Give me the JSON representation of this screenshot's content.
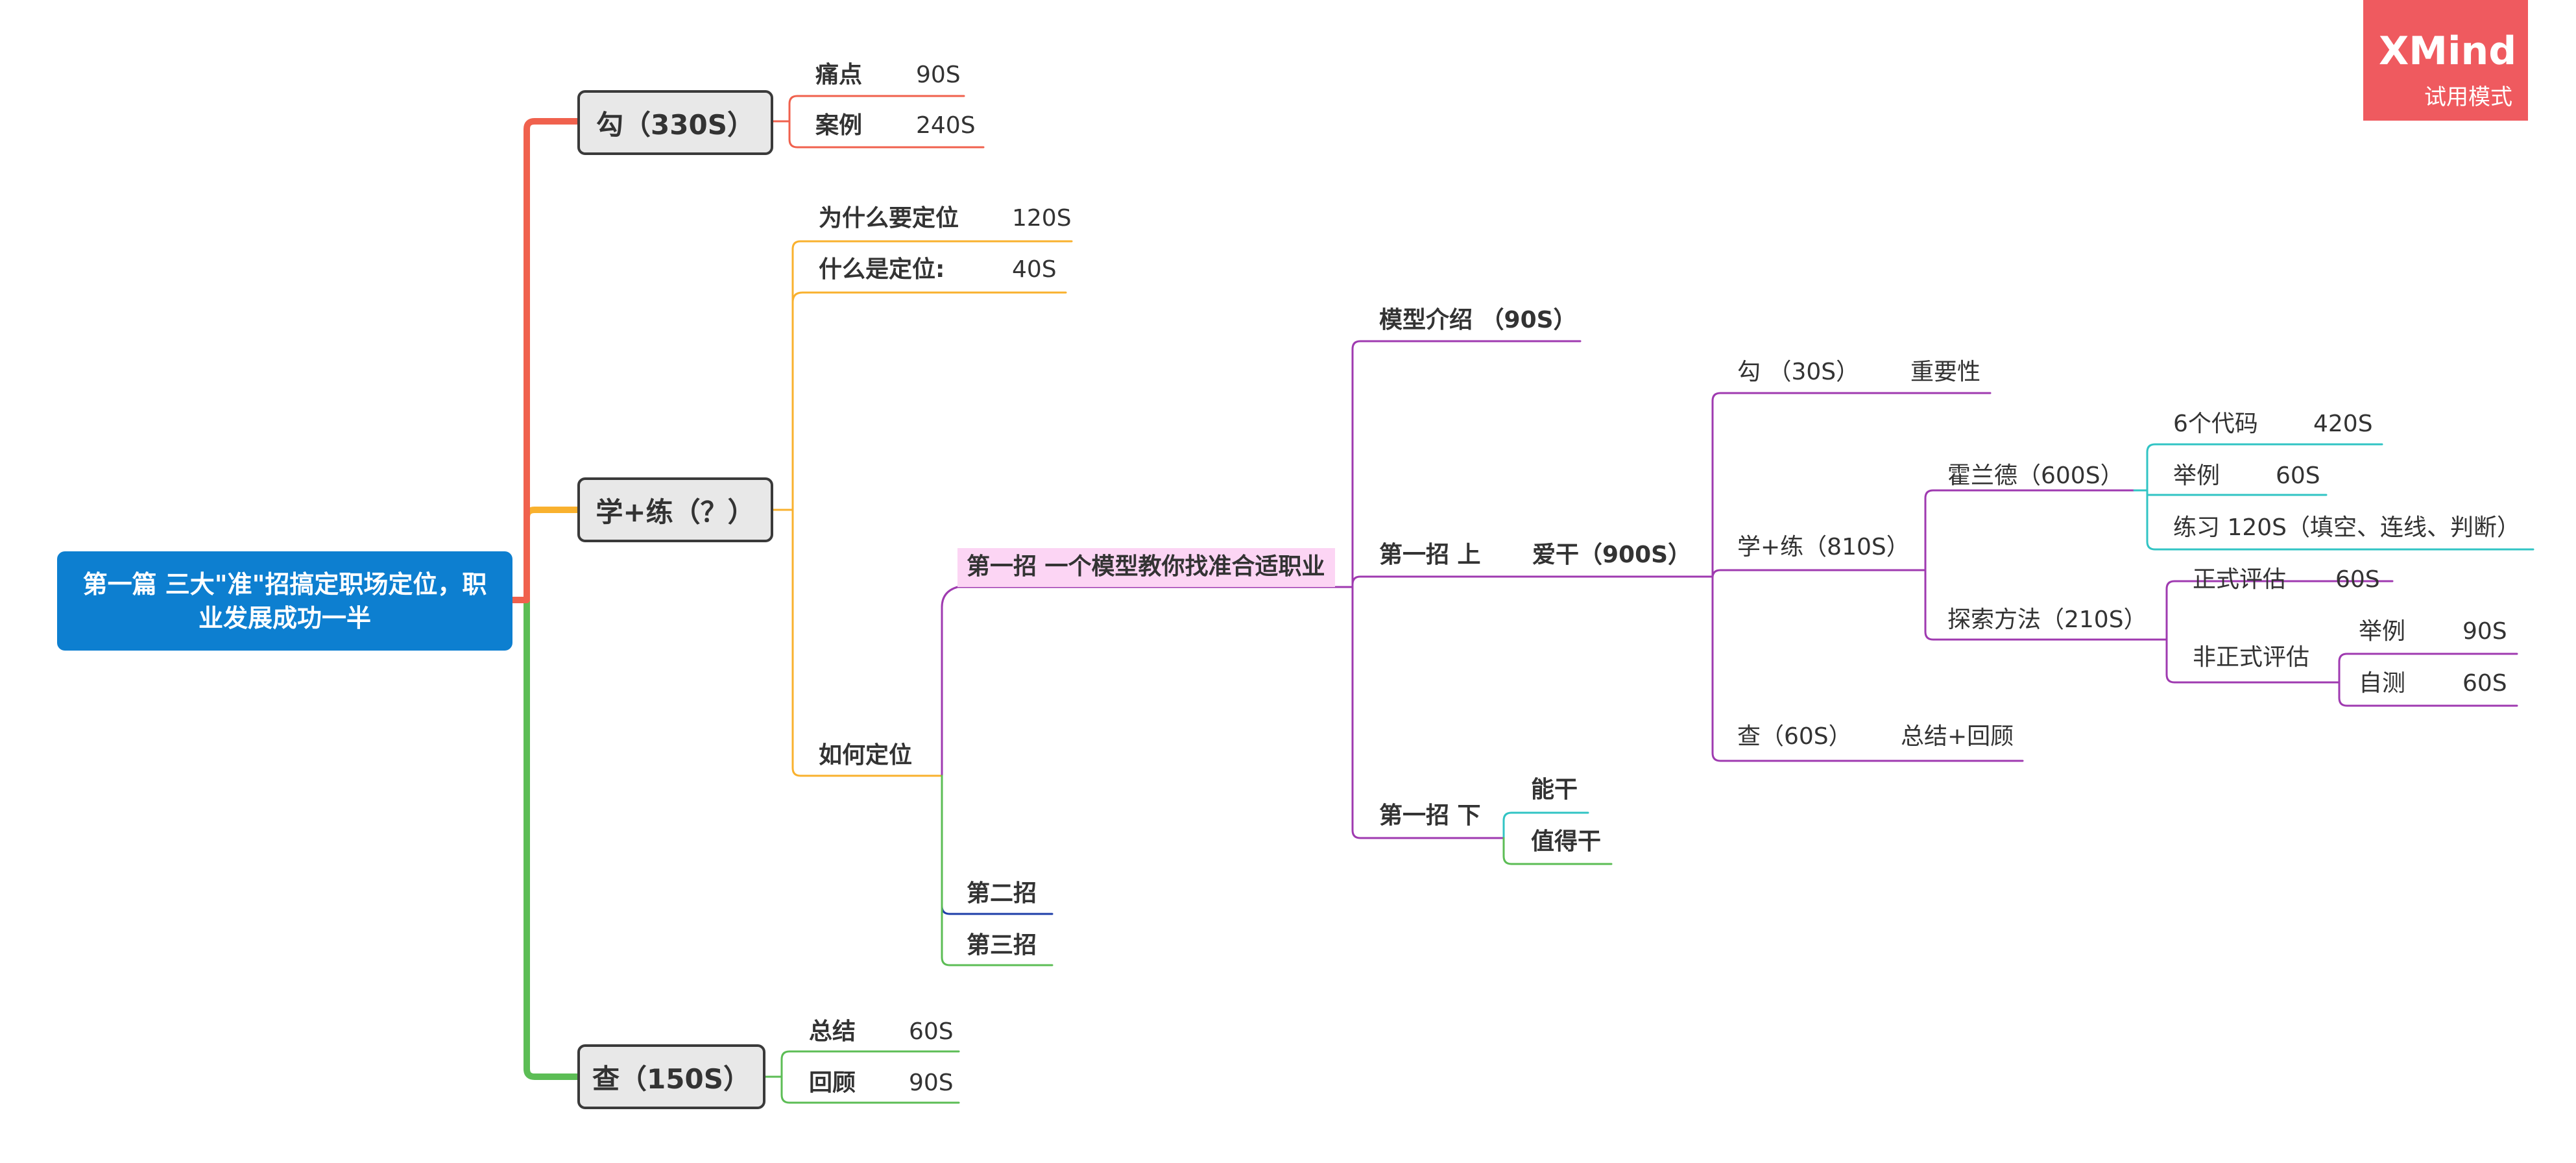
{
  "colors": {
    "red": "#f0614d",
    "orange": "#f9b12e",
    "green": "#5cbd55",
    "purple": "#9f3ab0",
    "teal": "#31c4c4",
    "blue": "#1e3ea8",
    "root_bg": "#0d7fd0",
    "highlight": "#fcd5f4",
    "badge_bg": "#ef5a5f"
  },
  "badge": {
    "brand": "XMind",
    "mode": "试用模式"
  },
  "root": {
    "line1": "第一篇 三大\"准\"招搞定职场定位，职",
    "line2": "业发展成功一半"
  },
  "gou": {
    "label": "勾（330S）",
    "items": [
      {
        "label": "痛点",
        "time": "90S"
      },
      {
        "label": "案例",
        "time": "240S"
      }
    ]
  },
  "xuelian": {
    "label": "学+练（？）",
    "items": [
      {
        "label": "为什么要定位",
        "time": "120S"
      },
      {
        "label": "什么是定位:",
        "time": "40S"
      },
      {
        "label": "如何定位"
      }
    ]
  },
  "cha": {
    "label": "查（150S）",
    "items": [
      {
        "label": "总结",
        "time": "60S"
      },
      {
        "label": "回顾",
        "time": "90S"
      }
    ]
  },
  "zhao1": {
    "label": "第一招 一个模型教你找准合适职业",
    "model_intro": "模型介绍 （90S）",
    "shang": "第一招 上",
    "aigan": "爱干（900S）",
    "xia": "第一招 下",
    "nenggan": "能干",
    "zhidegan": "值得干"
  },
  "zhao2": "第二招",
  "zhao3": "第三招",
  "aigan_detail": {
    "gou": "勾 （30S）",
    "gou_child": "重要性",
    "xuelian": "学+练（810S）",
    "holland": "霍兰德（600S）",
    "codes": "6个代码",
    "codes_time": "420S",
    "example": "举例",
    "example_time": "60S",
    "practice": "练习  120S（填空、连线、判断）",
    "explore": "探索方法（210S）",
    "formal": "正式评估",
    "formal_time": "60S",
    "informal": "非正式评估",
    "inf_example": "举例",
    "inf_example_time": "90S",
    "selftest": "自测",
    "selftest_time": "60S",
    "cha": "查（60S）",
    "cha_child": "总结+回顾"
  }
}
